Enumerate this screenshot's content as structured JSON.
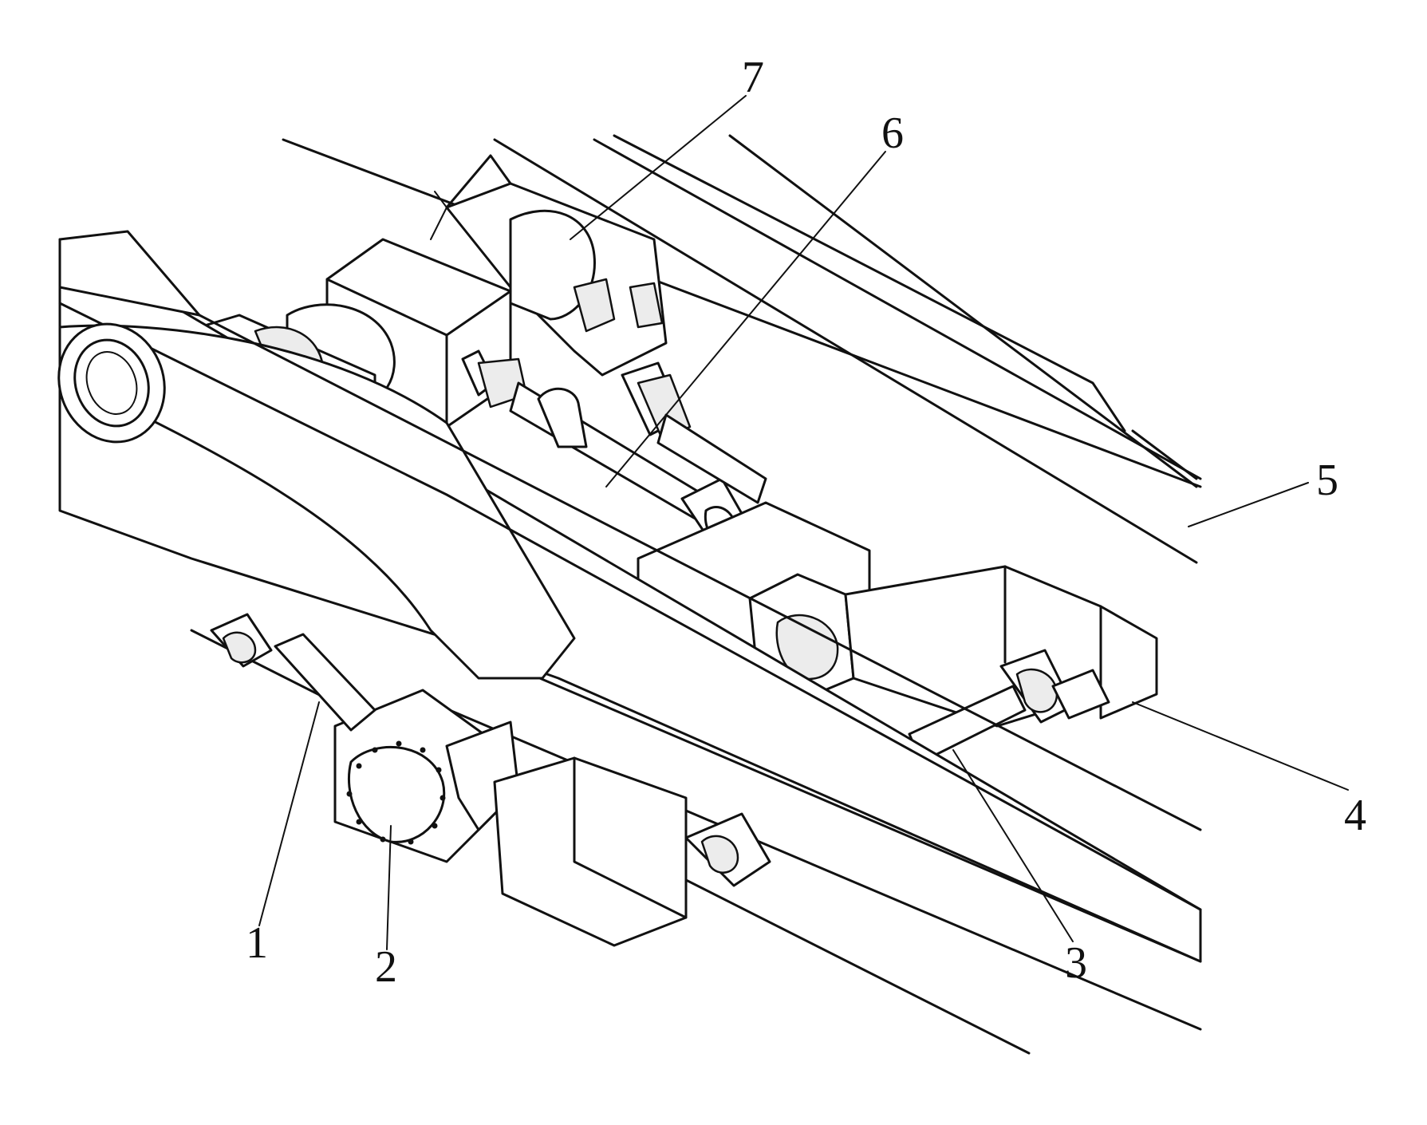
{
  "labels": {
    "n1": "1",
    "n2": "2",
    "n3": "3",
    "n4": "4",
    "n5": "5",
    "n6": "6",
    "n7": "7"
  }
}
